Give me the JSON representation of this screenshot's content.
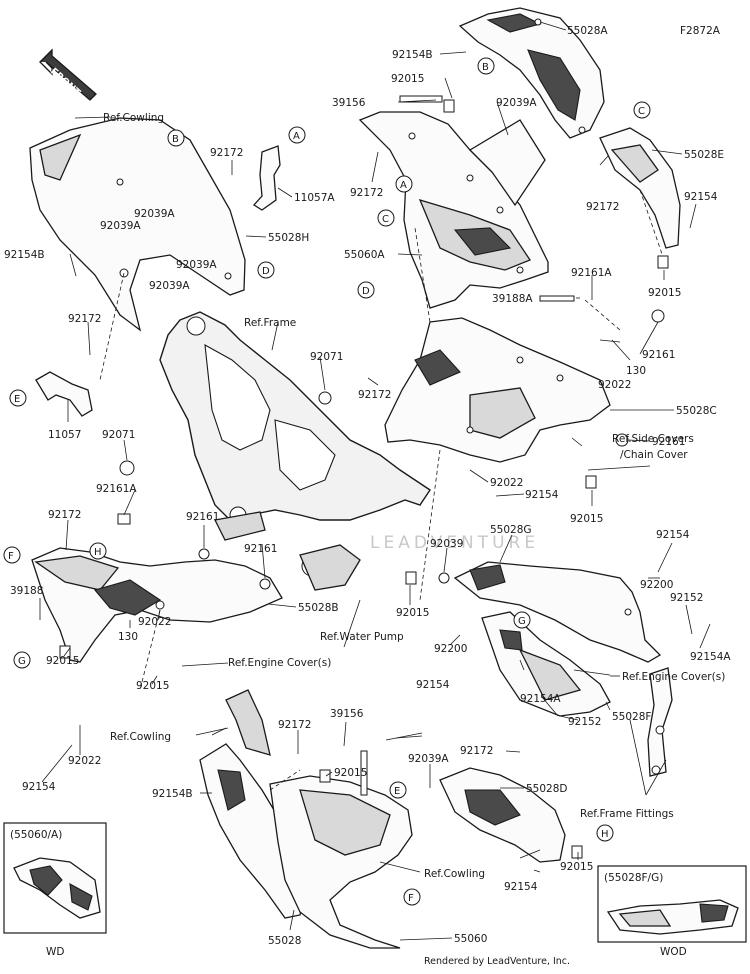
{
  "figure_code": "F2872A",
  "front_label": "FRONT",
  "footer": "Rendered by LeadVenture, Inc.",
  "watermark": "LEADVENTURE",
  "callouts": [
    "A",
    "B",
    "C",
    "D",
    "E",
    "F",
    "G",
    "H"
  ],
  "parts": {
    "p55028A": "55028A",
    "p92154B_top": "92154B",
    "p92015_top": "92015",
    "p39156_top": "39156",
    "p92039A_top": "92039A",
    "p55028E": "55028E",
    "p92172_r1": "92172",
    "p92154_r1": "92154",
    "p92172_t1": "92172",
    "p92172_t2": "92172",
    "p11057A": "11057A",
    "p55028H": "55028H",
    "p92039A_1": "92039A",
    "p92039A_2": "92039A",
    "p92039A_3": "92039A",
    "p92039A_4": "92039A",
    "p55060A": "55060A",
    "p92154B_l": "92154B",
    "p92161A_r": "92161A",
    "p39188A": "39188A",
    "p92015_r1": "92015",
    "p92172_l": "92172",
    "p92071_c": "92071",
    "p92172_m": "92172",
    "p92161_r1": "92161",
    "p92022_r1": "92022",
    "p130_r1": "130",
    "p55028C": "55028C",
    "p92161_r2": "92161",
    "p11057": "11057",
    "p92071_l": "92071",
    "p92161A_l": "92161A",
    "p92154_m": "92154",
    "p92022_m": "92022",
    "p92015_m": "92015",
    "p92172_l2": "92172",
    "p92161_l1": "92161",
    "p92161_l2": "92161",
    "p92039_m": "92039",
    "p55028G": "55028G",
    "p92154_r2": "92154",
    "p39188": "39188",
    "p55028B": "55028B",
    "p92200_r1": "92200",
    "p92152_r1": "92152",
    "p92022_l1": "92022",
    "p130_l": "130",
    "p92015_mid": "92015",
    "p92154A_r": "92154A",
    "p92015_l1": "92015",
    "p92200_r2": "92200",
    "p92015_l2": "92015",
    "p92154_r3": "92154",
    "p92154A_b": "92154A",
    "p92152_r2": "92152",
    "p55028F": "55028F",
    "p92022_l2": "92022",
    "p92154_l": "92154",
    "p92172_b": "92172",
    "p39156_b": "39156",
    "p92015_b": "92015",
    "p92039A_b": "92039A",
    "p92172_b2": "92172",
    "p55028D": "55028D",
    "p92154B_b": "92154B",
    "p92015_br": "92015",
    "p92154_br": "92154",
    "p55028": "55028",
    "p55060": "55060"
  },
  "refs": {
    "cowling_top": "Ref.Cowling",
    "frame": "Ref.Frame",
    "side_covers_1": "Ref.Side Covers",
    "side_covers_2": "/Chain Cover",
    "water_pump": "Ref.Water Pump",
    "engine_cover_l": "Ref.Engine Cover(s)",
    "engine_cover_r": "Ref.Engine Cover(s)",
    "cowling_mid": "Ref.Cowling",
    "cowling_low": "Ref.Cowling",
    "frame_fittings": "Ref.Frame Fittings"
  },
  "insets": {
    "left_title": "(55060/A)",
    "left_caption": "WD",
    "right_title": "(55028F/G)",
    "right_caption": "WOD"
  }
}
